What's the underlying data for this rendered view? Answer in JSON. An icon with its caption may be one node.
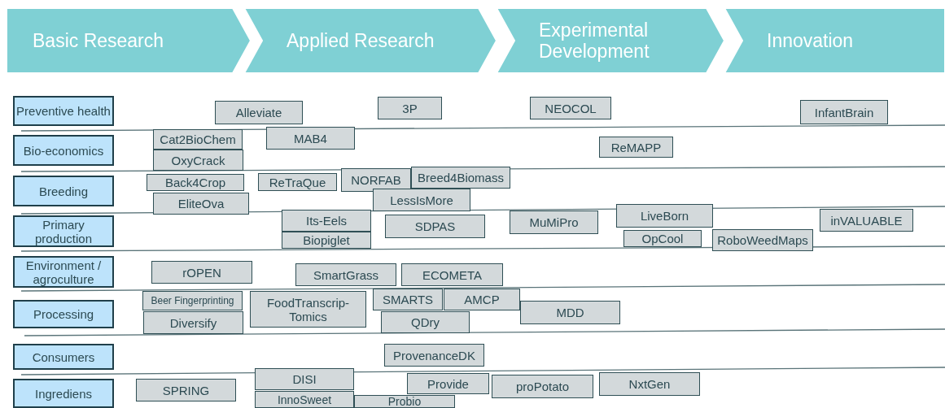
{
  "diagram": {
    "nodes": [
      {
        "text": [
          "Basic Research"
        ]
      },
      {
        "text": [
          "Applied Research"
        ]
      },
      {
        "text": [
          "Experimental Development"
        ]
      },
      {
        "text": [
          "Innovation"
        ]
      },
      {
        "text": [
          "Preventive health"
        ]
      },
      {
        "text": [
          "Alleviate"
        ]
      },
      {
        "text": [
          "3P"
        ]
      },
      {
        "text": [
          "NEOCOL"
        ]
      },
      {
        "text": [
          "InfantBrain"
        ]
      },
      {
        "text": [
          "Bio-economics"
        ]
      },
      {
        "text": [
          "Cat2BioChem"
        ]
      },
      {
        "text": [
          "OxyCrack"
        ]
      },
      {
        "text": [
          "MAB4"
        ]
      },
      {
        "text": [
          "ReMAPP"
        ]
      },
      {
        "text": [
          "Breeding"
        ]
      },
      {
        "text": [
          "Back4Crop"
        ]
      },
      {
        "text": [
          "ReTraQue"
        ]
      },
      {
        "text": [
          "NORFAB"
        ]
      },
      {
        "text": [
          "Breed4Biomass"
        ]
      },
      {
        "text": [
          "EliteOva"
        ]
      },
      {
        "text": [
          "LessIsMore"
        ]
      },
      {
        "text": [
          "Primary production"
        ]
      },
      {
        "text": [
          "Its-Eels"
        ]
      },
      {
        "text": [
          "Biopiglet"
        ]
      },
      {
        "text": [
          "SDPAS"
        ]
      },
      {
        "text": [
          "MuMiPro"
        ]
      },
      {
        "text": [
          "LiveBorn"
        ]
      },
      {
        "text": [
          "OpCool"
        ]
      },
      {
        "text": [
          "RoboWeedMaps"
        ]
      },
      {
        "text": [
          "inVALUABLE"
        ]
      },
      {
        "text": [
          "Environment / agroculture"
        ]
      },
      {
        "text": [
          "rOPEN"
        ]
      },
      {
        "text": [
          "SmartGrass"
        ]
      },
      {
        "text": [
          "ECOMETA"
        ]
      },
      {
        "text": [
          "Processing"
        ]
      },
      {
        "text": [
          "Beer Fingerprinting"
        ]
      },
      {
        "text": [
          "Diversify"
        ]
      },
      {
        "text": [
          "FoodTranscrip-Tomics"
        ]
      },
      {
        "text": [
          "SMARTS"
        ]
      },
      {
        "text": [
          "AMCP"
        ]
      },
      {
        "text": [
          "QDry"
        ]
      },
      {
        "text": [
          "MDD"
        ]
      },
      {
        "text": [
          "Consumers"
        ]
      },
      {
        "text": [
          "ProvenanceDK"
        ]
      },
      {
        "text": [
          "Ingrediens"
        ]
      },
      {
        "text": [
          "SPRING"
        ]
      },
      {
        "text": [
          "DISI"
        ]
      },
      {
        "text": [
          "InnoSweet"
        ]
      },
      {
        "text": [
          "Probio"
        ]
      },
      {
        "text": [
          "Provide"
        ]
      },
      {
        "text": [
          "proPotato"
        ]
      },
      {
        "text": [
          "NxtGen"
        ]
      }
    ]
  }
}
